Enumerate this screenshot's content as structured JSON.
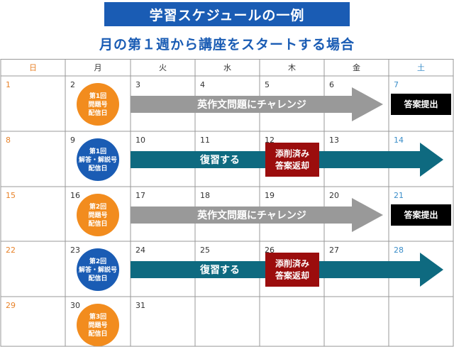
{
  "title": "学習スケジュールの一例",
  "subtitle": "月の第１週から講座をスタートする場合",
  "colors": {
    "title_bg": "#1a5cb4",
    "sunday": "#e8832a",
    "saturday": "#3b8ec9",
    "orange_circle": "#f28c1e",
    "blue_circle": "#1a5cb4",
    "gray_arrow": "#999999",
    "teal_arrow": "#0e6a80",
    "red_box": "#9b0d0d",
    "black_box": "#000000"
  },
  "weekdays": [
    "日",
    "月",
    "火",
    "水",
    "木",
    "金",
    "土"
  ],
  "weeks": [
    [
      "1",
      "2",
      "3",
      "4",
      "5",
      "6",
      "7"
    ],
    [
      "8",
      "9",
      "10",
      "11",
      "12",
      "13",
      "14"
    ],
    [
      "15",
      "16",
      "17",
      "18",
      "19",
      "20",
      "21"
    ],
    [
      "22",
      "23",
      "24",
      "25",
      "26",
      "27",
      "28"
    ],
    [
      "29",
      "30",
      "31",
      "",
      "",
      "",
      ""
    ]
  ],
  "events": [
    {
      "week": 0,
      "circle": {
        "color": "orange",
        "lines": [
          "第1回",
          "問題号",
          "配信日"
        ]
      },
      "arrow": {
        "color": "gray",
        "label": "英作文問題にチャレンジ"
      },
      "box": {
        "color": "black",
        "label": [
          "答案提出"
        ]
      }
    },
    {
      "week": 1,
      "circle": {
        "color": "blue",
        "lines": [
          "第1回",
          "解答・解説号",
          "配信日"
        ]
      },
      "arrow": {
        "color": "teal",
        "label": "復習する"
      },
      "box": {
        "color": "red",
        "label": [
          "添削済み",
          "答案返却"
        ]
      }
    },
    {
      "week": 2,
      "circle": {
        "color": "orange",
        "lines": [
          "第2回",
          "問題号",
          "配信日"
        ]
      },
      "arrow": {
        "color": "gray",
        "label": "英作文問題にチャレンジ"
      },
      "box": {
        "color": "black",
        "label": [
          "答案提出"
        ]
      }
    },
    {
      "week": 3,
      "circle": {
        "color": "blue",
        "lines": [
          "第2回",
          "解答・解説号",
          "配信日"
        ]
      },
      "arrow": {
        "color": "teal",
        "label": "復習する"
      },
      "box": {
        "color": "red",
        "label": [
          "添削済み",
          "答案返却"
        ]
      }
    },
    {
      "week": 4,
      "circle": {
        "color": "orange",
        "lines": [
          "第3回",
          "問題号",
          "配信日"
        ]
      }
    }
  ]
}
